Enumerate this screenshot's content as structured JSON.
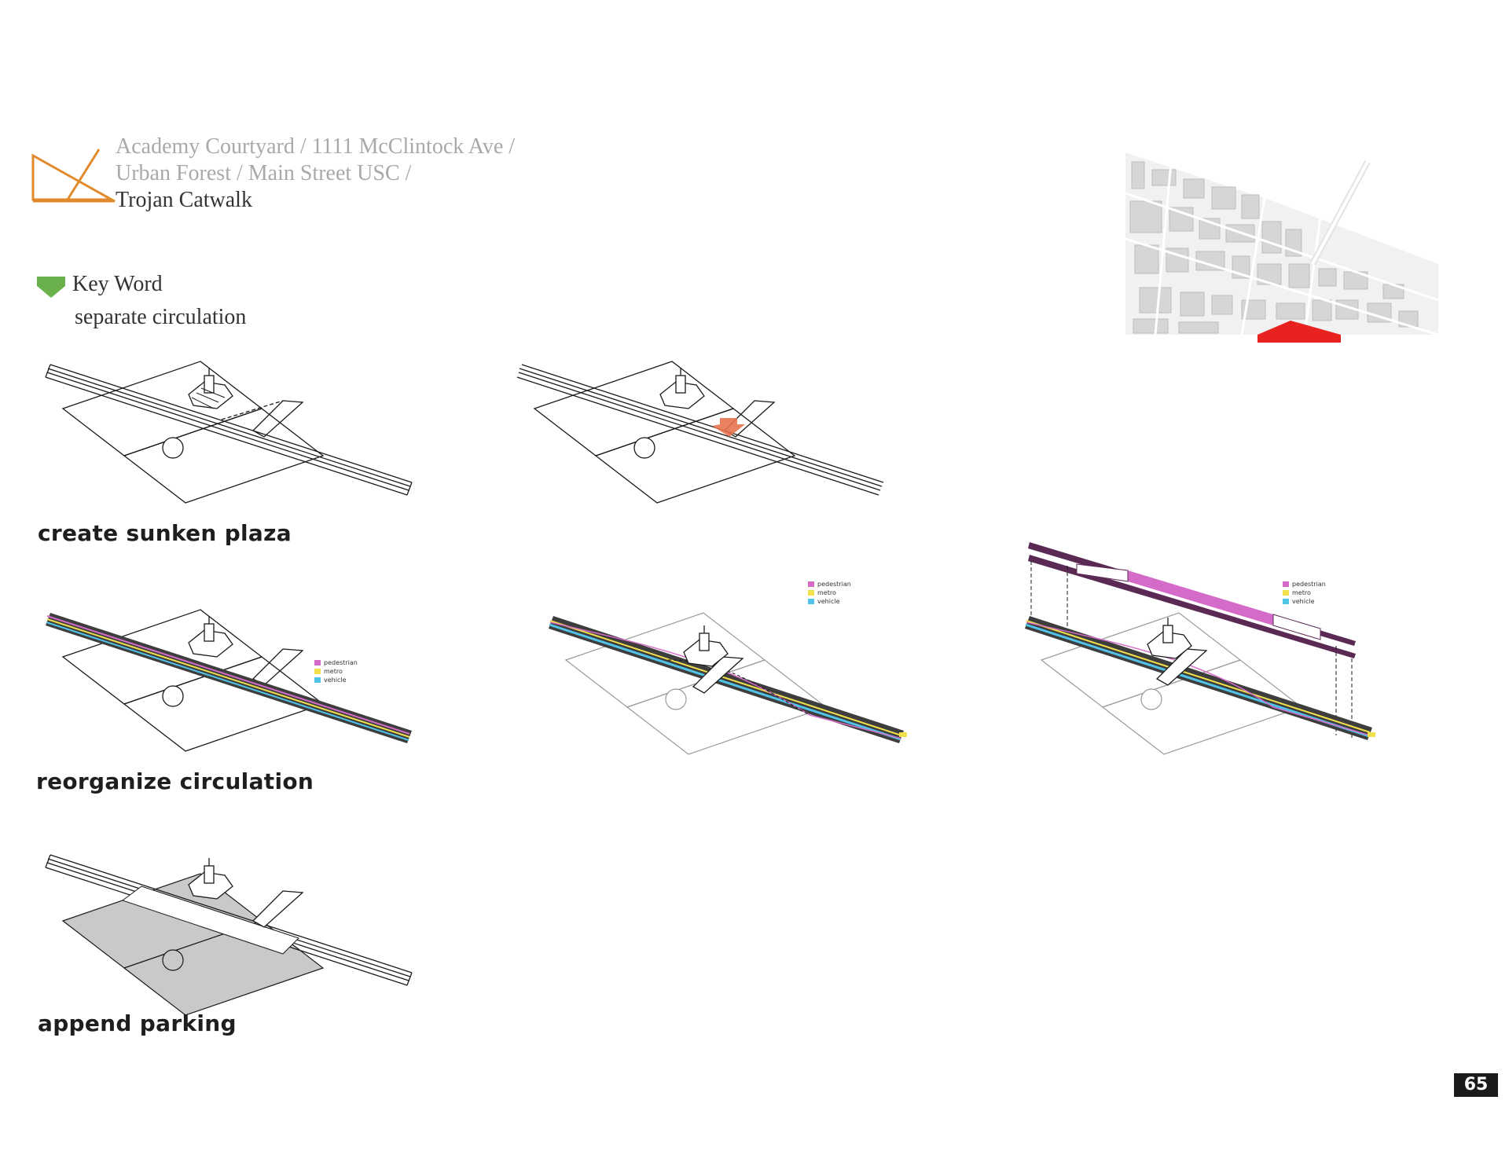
{
  "header": {
    "projects": [
      "Academy Courtyard / 1111 McClintock Ave /",
      "Urban Forest /  Main Street USC /"
    ],
    "current_project": "Trojan Catwalk",
    "logo_icon": "orange-triangle-logo-icon",
    "accent_color": "#e08a2c"
  },
  "keyword": {
    "title": "Key Word",
    "value": "separate circulation",
    "marker_icon": "green-shield-icon",
    "marker_color": "#6ab04c"
  },
  "site_map": {
    "highlight_color": "#e8231f"
  },
  "steps": [
    {
      "caption": "create sunken plaza"
    },
    {
      "caption": "reorganize circulation"
    },
    {
      "caption": "append parking"
    }
  ],
  "legend": {
    "items": [
      {
        "label": "pedestrian",
        "color": "#d56bc8"
      },
      {
        "label": "metro",
        "color": "#f2e14c"
      },
      {
        "label": "vehicle",
        "color": "#4fc3e8"
      }
    ]
  },
  "page_number": "65"
}
